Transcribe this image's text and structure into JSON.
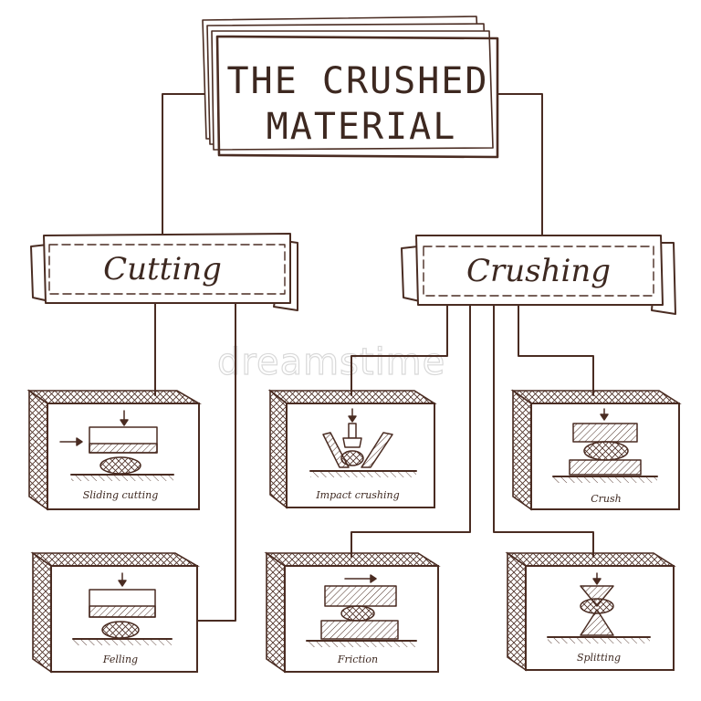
{
  "title": {
    "line1": "THE CRUSHED",
    "line2": "MATERIAL"
  },
  "branches": {
    "left": "Cutting",
    "right": "Crushing"
  },
  "methods": [
    "Sliding cutting",
    "Felling",
    "Impact crushing",
    "Friction",
    "Crush",
    "Splitting"
  ],
  "watermark": "dreamstime",
  "colors": {
    "ink": "#4a2c22",
    "background": "#ffffff",
    "watermark": "#d9d9d9"
  }
}
